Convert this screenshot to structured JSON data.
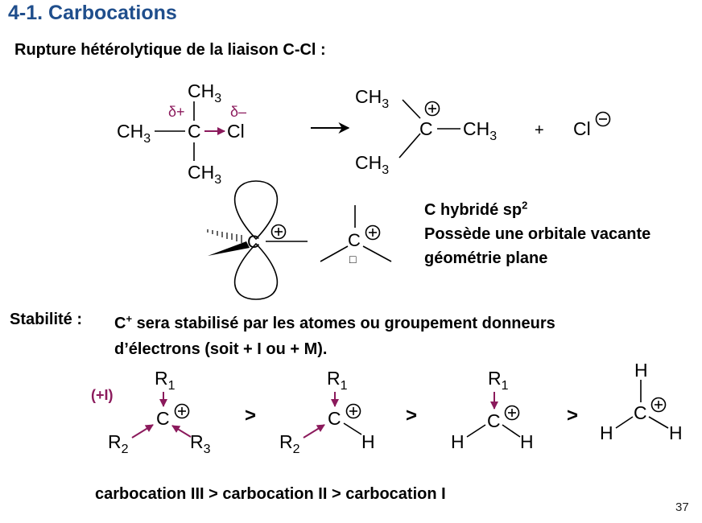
{
  "slide": {
    "title": "4-1. Carbocations",
    "subtitle": "Rupture hétérolytique de la liaison C-Cl :",
    "page_number": "37"
  },
  "reaction": {
    "reactant": {
      "ch3_top": "CH3",
      "ch3_left": "CH3",
      "c": "C",
      "cl": "Cl",
      "ch3_bottom": "CH3",
      "delta_plus": "δ+",
      "delta_minus": "δ–"
    },
    "arrow": "⟶",
    "product": {
      "ch3_upper": "CH3",
      "c": "C",
      "ch3_right": "CH3",
      "ch3_lower": "CH3",
      "plus_sign": "+",
      "chloride": "Cl"
    }
  },
  "geometry": {
    "carbon_label": "C",
    "vacancy_mark": "□",
    "properties": {
      "hybridation_prefix": "C hybridé sp",
      "hybridation_sup": "2",
      "orbital": "Possède une orbitale vacante",
      "plane": "géométrie plane"
    }
  },
  "stability": {
    "label": "Stabilité :",
    "line1_prefix": "C",
    "line1_sup": "+",
    "line1_rest": " sera stabilisé par les atomes ou groupement donneurs",
    "line2": "d’électrons (soit + I ou + M).",
    "effect_label": "(+I)",
    "greater": ">",
    "ordering": "carbocation III  >   carbocation II   >   carbocation I"
  },
  "colors": {
    "title": "#1f4e8c",
    "accent": "#8b1a5c",
    "text": "#000000"
  }
}
